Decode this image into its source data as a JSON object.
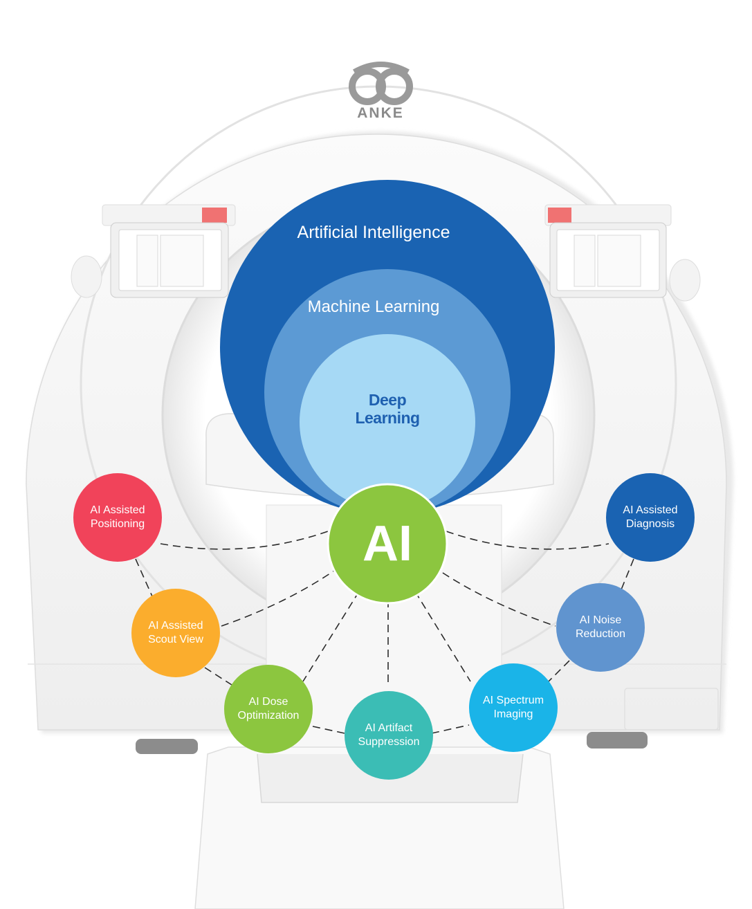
{
  "brand": {
    "name": "ANKE"
  },
  "concentric": {
    "outer": {
      "label": "Artificial Intelligence",
      "color": "#1a63b2"
    },
    "middle": {
      "label": "Machine Learning",
      "color": "#5c9ad4"
    },
    "inner": {
      "label_line1": "Deep",
      "label_line2": "Learning",
      "color": "#a6d9f5",
      "text_color": "#1e60b0"
    }
  },
  "hub": {
    "label": "AI",
    "color": "#8cc63f"
  },
  "nodes": [
    {
      "id": "positioning",
      "line1": "AI Assisted",
      "line2": "Positioning",
      "color": "#f1435a"
    },
    {
      "id": "scout",
      "line1": "AI Assisted",
      "line2": "Scout View",
      "color": "#fbad2d"
    },
    {
      "id": "dose",
      "line1": "AI Dose",
      "line2": "Optimization",
      "color": "#8cc63f"
    },
    {
      "id": "artifact",
      "line1": "AI Artifact",
      "line2": "Suppression",
      "color": "#3bbdb5"
    },
    {
      "id": "spectrum",
      "line1": "AI Spectrum",
      "line2": "Imaging",
      "color": "#1ab4e8"
    },
    {
      "id": "noise",
      "line1": "AI Noise",
      "line2": "Reduction",
      "color": "#6094cf"
    },
    {
      "id": "diagnosis",
      "line1": "AI Assisted",
      "line2": "Diagnosis",
      "color": "#1a63b2"
    }
  ]
}
